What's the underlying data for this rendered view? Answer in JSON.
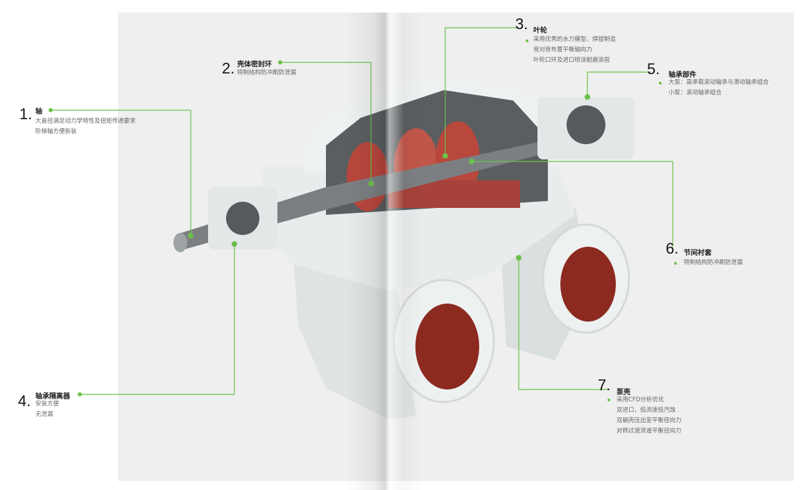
{
  "callouts": [
    {
      "number": "1.",
      "title": "轴",
      "lines": [
        "大直径满足动力学特性及扭矩传递要求",
        "阶梯轴方便拆装"
      ]
    },
    {
      "number": "2.",
      "title": "壳体密封环",
      "lines": [
        "特制结构防冲刷防泄漏"
      ]
    },
    {
      "number": "3.",
      "title": "叶轮",
      "lines": [
        "采用优秀的水力模型、焊接制造",
        "背对背布置平衡轴向力",
        "叶轮口环及进口喷涂耐磨涂层"
      ]
    },
    {
      "number": "4.",
      "title": "轴承隔离器",
      "lines": [
        "安装方便",
        "无泄漏"
      ]
    },
    {
      "number": "5.",
      "title": "轴承部件",
      "lines": [
        "大泵：高承载滚动轴承与滑动轴承组合",
        "小泵：滚动轴承组合"
      ]
    },
    {
      "number": "6.",
      "title": "节间衬套",
      "lines": [
        "特制结构防冲刷防泄漏"
      ]
    },
    {
      "number": "7.",
      "title": "泵壳",
      "lines": [
        "采用CFD分析优化",
        "双进口，低流速低汽蚀",
        "双蜗壳压出室平衡径向力",
        "对称过渡流道平衡径向力"
      ]
    }
  ],
  "colors": {
    "accent": "#6cc04a",
    "casing": "#e6eaea",
    "impeller": "#b8473c"
  }
}
